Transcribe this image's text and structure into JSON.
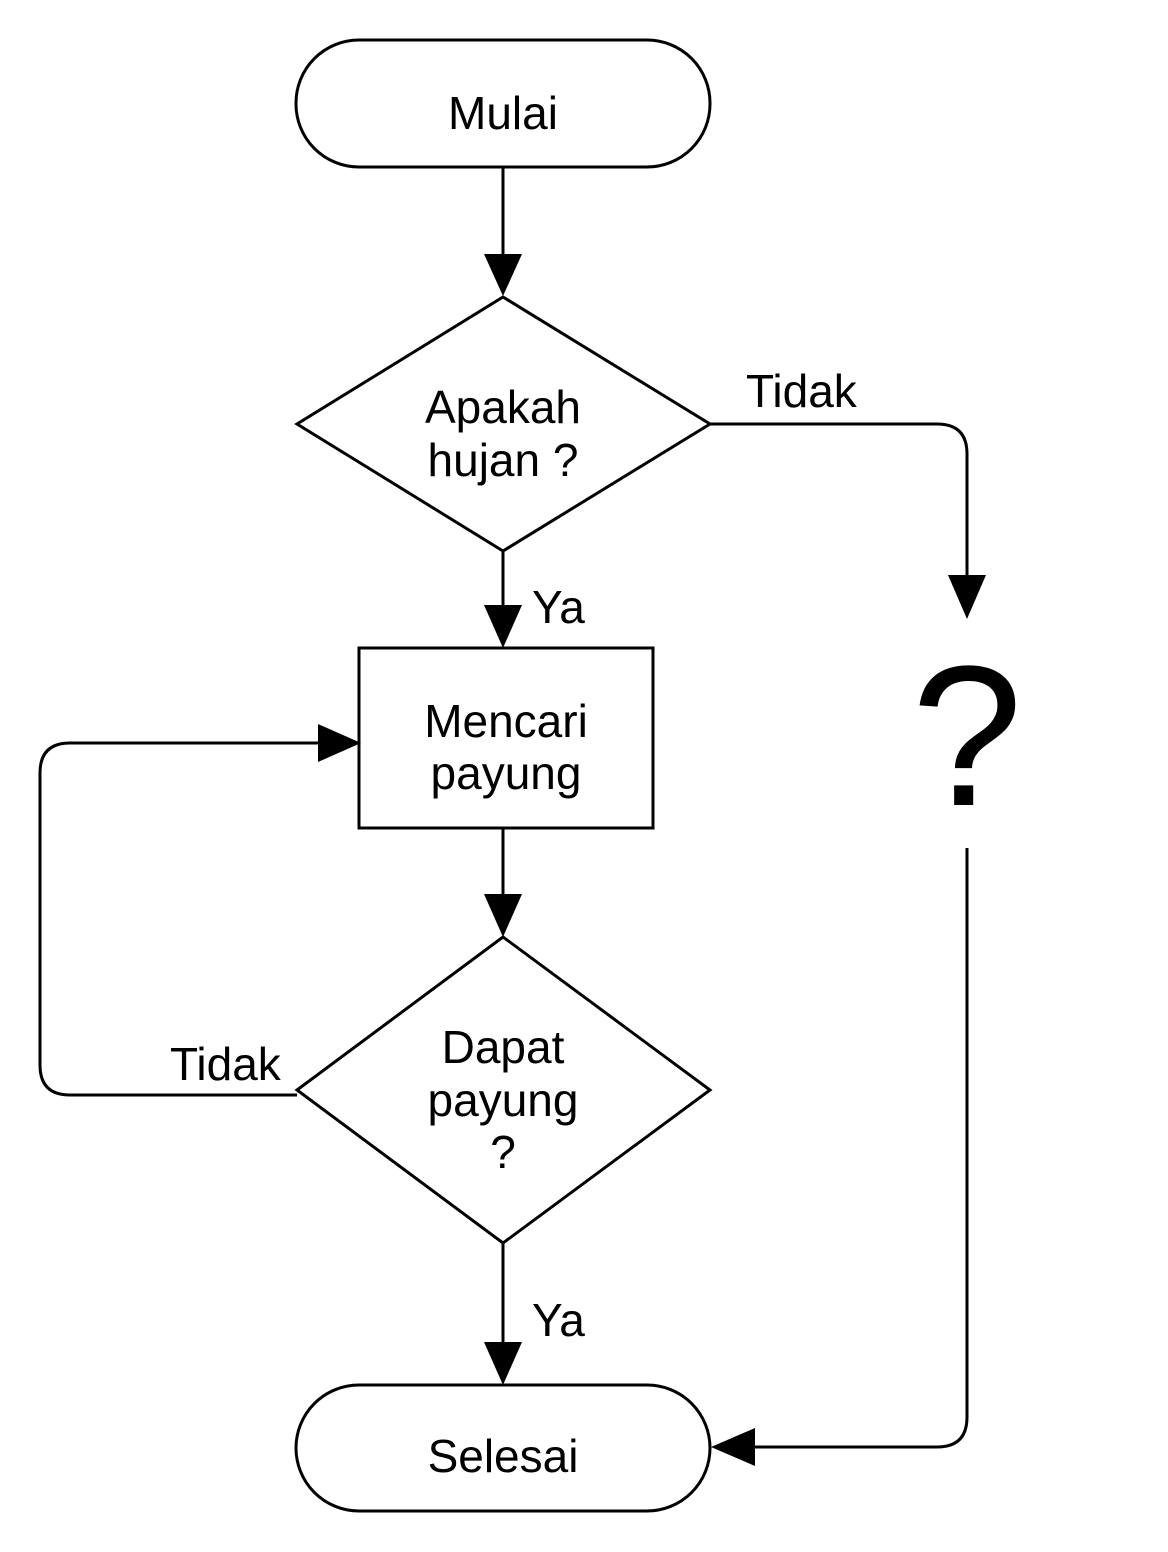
{
  "nodes": {
    "start": {
      "label": "Mulai"
    },
    "is_raining": {
      "lines": [
        "Apakah",
        "hujan ?"
      ]
    },
    "find_umbrella": {
      "lines": [
        "Mencari",
        "payung"
      ]
    },
    "got_umbrella": {
      "lines": [
        "Dapat",
        "payung",
        "?"
      ]
    },
    "unknown_step": {
      "label": "?"
    },
    "end": {
      "label": "Selesai"
    }
  },
  "edges": {
    "rain_no": "Tidak",
    "rain_yes": "Ya",
    "got_no": "Tidak",
    "got_yes": "Ya"
  },
  "colors": {
    "stroke": "#000000",
    "background": "#ffffff"
  }
}
